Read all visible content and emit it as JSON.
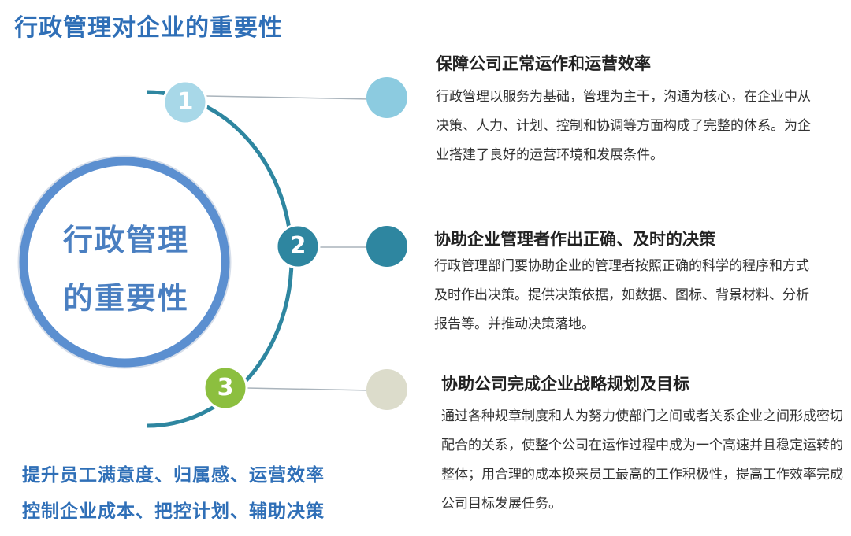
{
  "title": "行政管理对企业的重要性",
  "center": {
    "line1": "行政管理",
    "line2": "的重要性"
  },
  "items": [
    {
      "number": "1",
      "heading": "保障公司正常运作和运营效率",
      "body": "行政管理以服务为基础，管理为主干，沟通为核心，在企业中从决策、人力、计划、控制和协调等方面构成了完整的体系。为企业搭建了良好的运营环境和发展条件。",
      "color": "#a8d8e8",
      "dot_color": "#8ccbe0"
    },
    {
      "number": "2",
      "heading": "协助企业管理者作出正确、及时的决策",
      "body": "行政管理部门要协助企业的管理者按照正确的科学的程序和方式及时作出决策。提供决策依据，如数据、图标、背景材料、分析报告等。并推动决策落地。",
      "color": "#2e86a0",
      "dot_color": "#2e86a0"
    },
    {
      "number": "3",
      "heading": "协助公司完成企业战略规划及目标",
      "body": "通过各种规章制度和人为努力使部门之间或者关系企业之间形成密切配合的关系，使整个公司在运作过程中成为一个高速并且稳定运转的整体；用合理的成本换来员工最高的工作积极性，提高工作效率完成公司目标发展任务。",
      "color": "#8cbf3f",
      "dot_color": "#dcdccb"
    }
  ],
  "bottom": {
    "line1": "提升员工满意度、归属感、运营效率",
    "line2": "控制企业成本、把控计划、辅助决策"
  },
  "colors": {
    "accent": "#2f6fb7",
    "arc": "#2e86a0",
    "ring": "#5b8fd0"
  }
}
